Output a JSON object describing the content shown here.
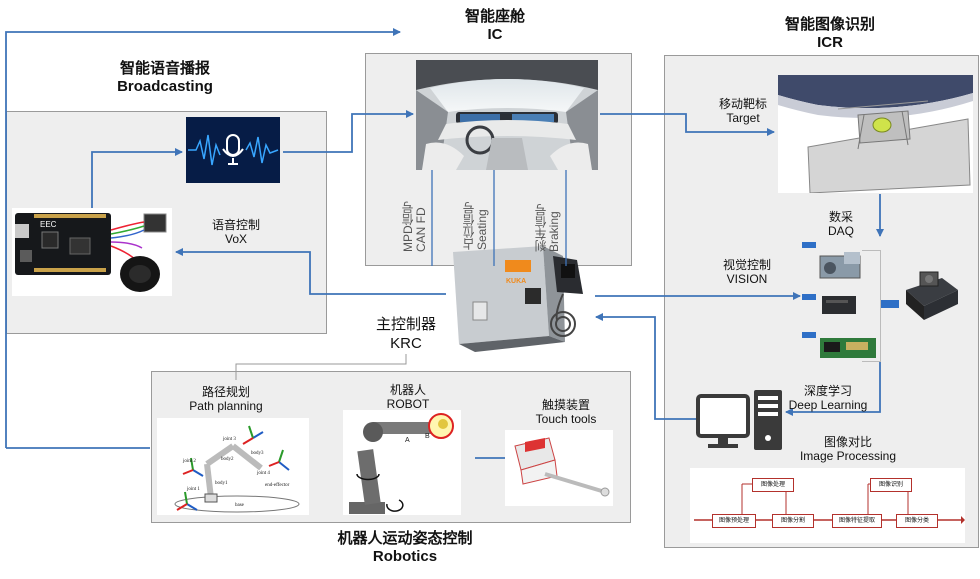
{
  "ic": {
    "cn": "智能座舱",
    "en": "IC"
  },
  "icr": {
    "cn": "智能图像识别",
    "en": "ICR"
  },
  "broadcasting": {
    "cn": "智能语音播报",
    "en": "Broadcasting"
  },
  "robotics": {
    "cn": "机器人运动姿态控制",
    "en": "Robotics"
  },
  "krc": {
    "cn": "主控制器",
    "en": "KRC"
  },
  "vox": {
    "cn": "语音控制",
    "en": "VoX"
  },
  "signals": {
    "mpd": {
      "cn": "MPD信号",
      "en": "CAN FD"
    },
    "seating": {
      "cn": "占位信号",
      "en": "Seating"
    },
    "braking": {
      "cn": "刹车信号",
      "en": "Braking"
    }
  },
  "target": {
    "cn": "移动靶标",
    "en": "Target"
  },
  "daq": {
    "cn": "数采",
    "en": "DAQ"
  },
  "vision": {
    "cn": "视觉控制",
    "en": "VISION"
  },
  "deep_learning": {
    "cn": "深度学习",
    "en": "Deep Learning"
  },
  "image_processing": {
    "cn": "图像对比",
    "en": "Image Processing"
  },
  "path_planning": {
    "cn": "路径规划",
    "en": "Path planning"
  },
  "robot": {
    "cn": "机器人",
    "en": "ROBOT"
  },
  "touch_tools": {
    "cn": "触摸装置",
    "en": "Touch tools"
  },
  "kuka_logo": "KUKA",
  "board_logo": "EEC",
  "joints": {
    "j1": "joint 1",
    "j2": "joint 2",
    "j3": "joint 3",
    "j4": "joint 4",
    "body1": "body1",
    "body2": "body2",
    "body3": "body3",
    "base": "base",
    "effector": "end-effector"
  },
  "robot_axes": {
    "a": "A",
    "b": "B"
  },
  "flow": {
    "top": [
      "图像处理",
      "图像识别"
    ],
    "bottom": [
      "图像预处理",
      "图像分割",
      "图像特征提取",
      "图像分类"
    ]
  },
  "colors": {
    "arrow": "#3f74b8",
    "panel": "#eeeeee",
    "flow_border": "#b3312c"
  }
}
